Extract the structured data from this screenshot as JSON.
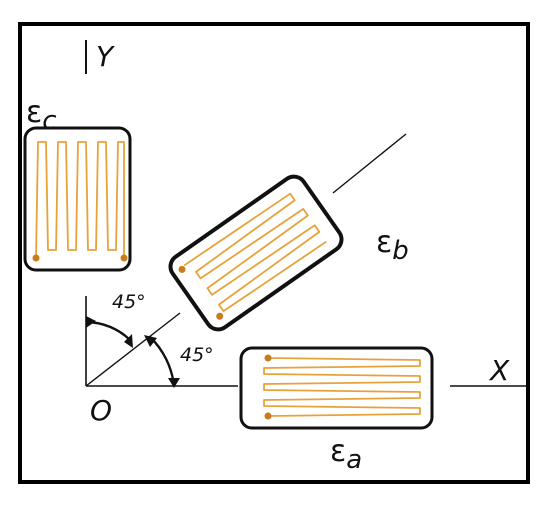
{
  "axes": {
    "x_label": "X",
    "y_label": "Y",
    "origin_label": "O"
  },
  "angles": {
    "upper": "45°",
    "lower": "45°"
  },
  "gauges": {
    "a": {
      "symbol": "ε",
      "subscript": "a",
      "angle_deg": 0
    },
    "b": {
      "symbol": "ε",
      "subscript": "b",
      "angle_deg": 45
    },
    "c": {
      "symbol": "ε",
      "subscript": "c",
      "angle_deg": 90
    }
  },
  "colors": {
    "frame": "#000000",
    "line": "#111111",
    "grid": "#e8a23a",
    "solder": "#c97c1c"
  }
}
